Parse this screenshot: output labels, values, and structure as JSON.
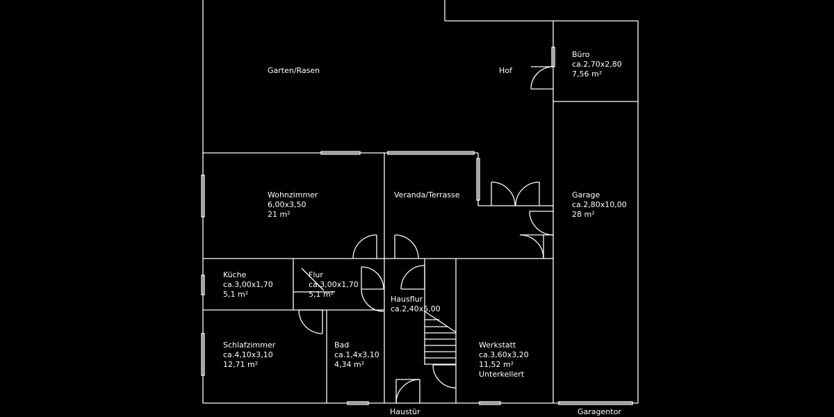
{
  "rooms": {
    "garten": {
      "name": "Garten/Rasen"
    },
    "hof": {
      "name": "Hof"
    },
    "buero": {
      "name": "Büro",
      "dims": "ca.2,70x2,80",
      "area": "7,56 m²"
    },
    "wohnzimmer": {
      "name": "Wohnzimmer",
      "dims": "6,00x3,50",
      "area": "21 m²"
    },
    "veranda": {
      "name": "Veranda/Terrasse"
    },
    "garage": {
      "name": "Garage",
      "dims": "ca.2,80x10,00",
      "area": "28 m²"
    },
    "kueche": {
      "name": "Küche",
      "dims": "ca.3,00x1,70",
      "area": "5,1 m²"
    },
    "flur": {
      "name": "Flur",
      "dims": "ca.3,00x1,70",
      "area": "5,1 m²"
    },
    "hausflur": {
      "name": "Hausflur",
      "dims": "ca.2,40x5,00"
    },
    "schlafzimmer": {
      "name": "Schlafzimmer",
      "dims": "ca.4,10x3,10",
      "area": "12,71 m²"
    },
    "bad": {
      "name": "Bad",
      "dims": "ca.1,4x3,10",
      "area": "4,34 m²"
    },
    "werkstatt": {
      "name": "Werkstatt",
      "dims": "ca.3,60x3,20",
      "area": "11,52 m²",
      "note": "Unterkellert"
    }
  },
  "labels": {
    "haustuer": "Haustür",
    "garagentor": "Garagentor"
  }
}
